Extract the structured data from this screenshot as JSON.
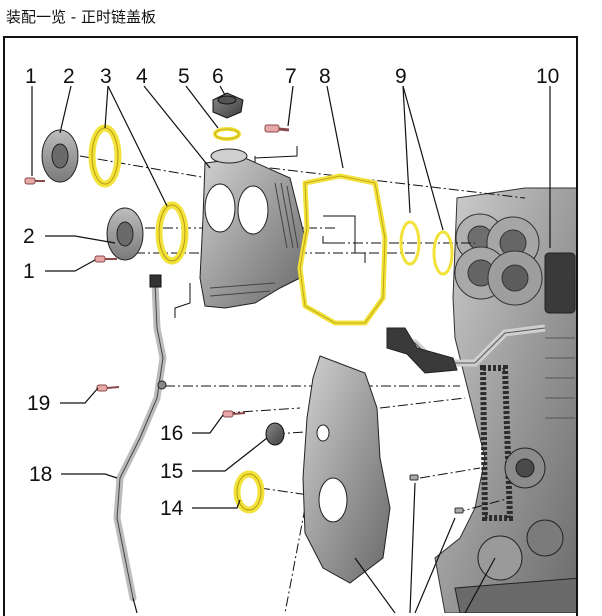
{
  "page": {
    "title": "装配一览 - 正时链盖板"
  },
  "callouts": [
    {
      "label": "1",
      "part": "bolt-upper-left"
    },
    {
      "label": "2",
      "part": "camshaft-adjuster-upper"
    },
    {
      "label": "3",
      "part": "seal-rings-left"
    },
    {
      "label": "4",
      "part": "upper-timing-cover"
    },
    {
      "label": "5",
      "part": "oring-top"
    },
    {
      "label": "6",
      "part": "cap"
    },
    {
      "label": "7",
      "part": "bolt-top"
    },
    {
      "label": "8",
      "part": "gasket"
    },
    {
      "label": "9",
      "part": "seal-rings-right"
    },
    {
      "label": "10",
      "part": "engine-block"
    },
    {
      "label": "2",
      "part": "camshaft-adjuster-lower"
    },
    {
      "label": "1",
      "part": "bolt-lower-left"
    },
    {
      "label": "19",
      "part": "bolt-guide-tube"
    },
    {
      "label": "16",
      "part": "bolt-lower-cover"
    },
    {
      "label": "15",
      "part": "plug"
    },
    {
      "label": "14",
      "part": "seal-ring-lower"
    },
    {
      "label": "18",
      "part": "dipstick-tube"
    }
  ],
  "colors": {
    "ring": "#f2e23a",
    "ring_edge": "#b49c12",
    "metal": "#8f8f8f",
    "metal_light": "#c4c4c4",
    "metal_dark": "#5a5a5a",
    "bolt": "#e8a8a8",
    "line": "#111111"
  }
}
